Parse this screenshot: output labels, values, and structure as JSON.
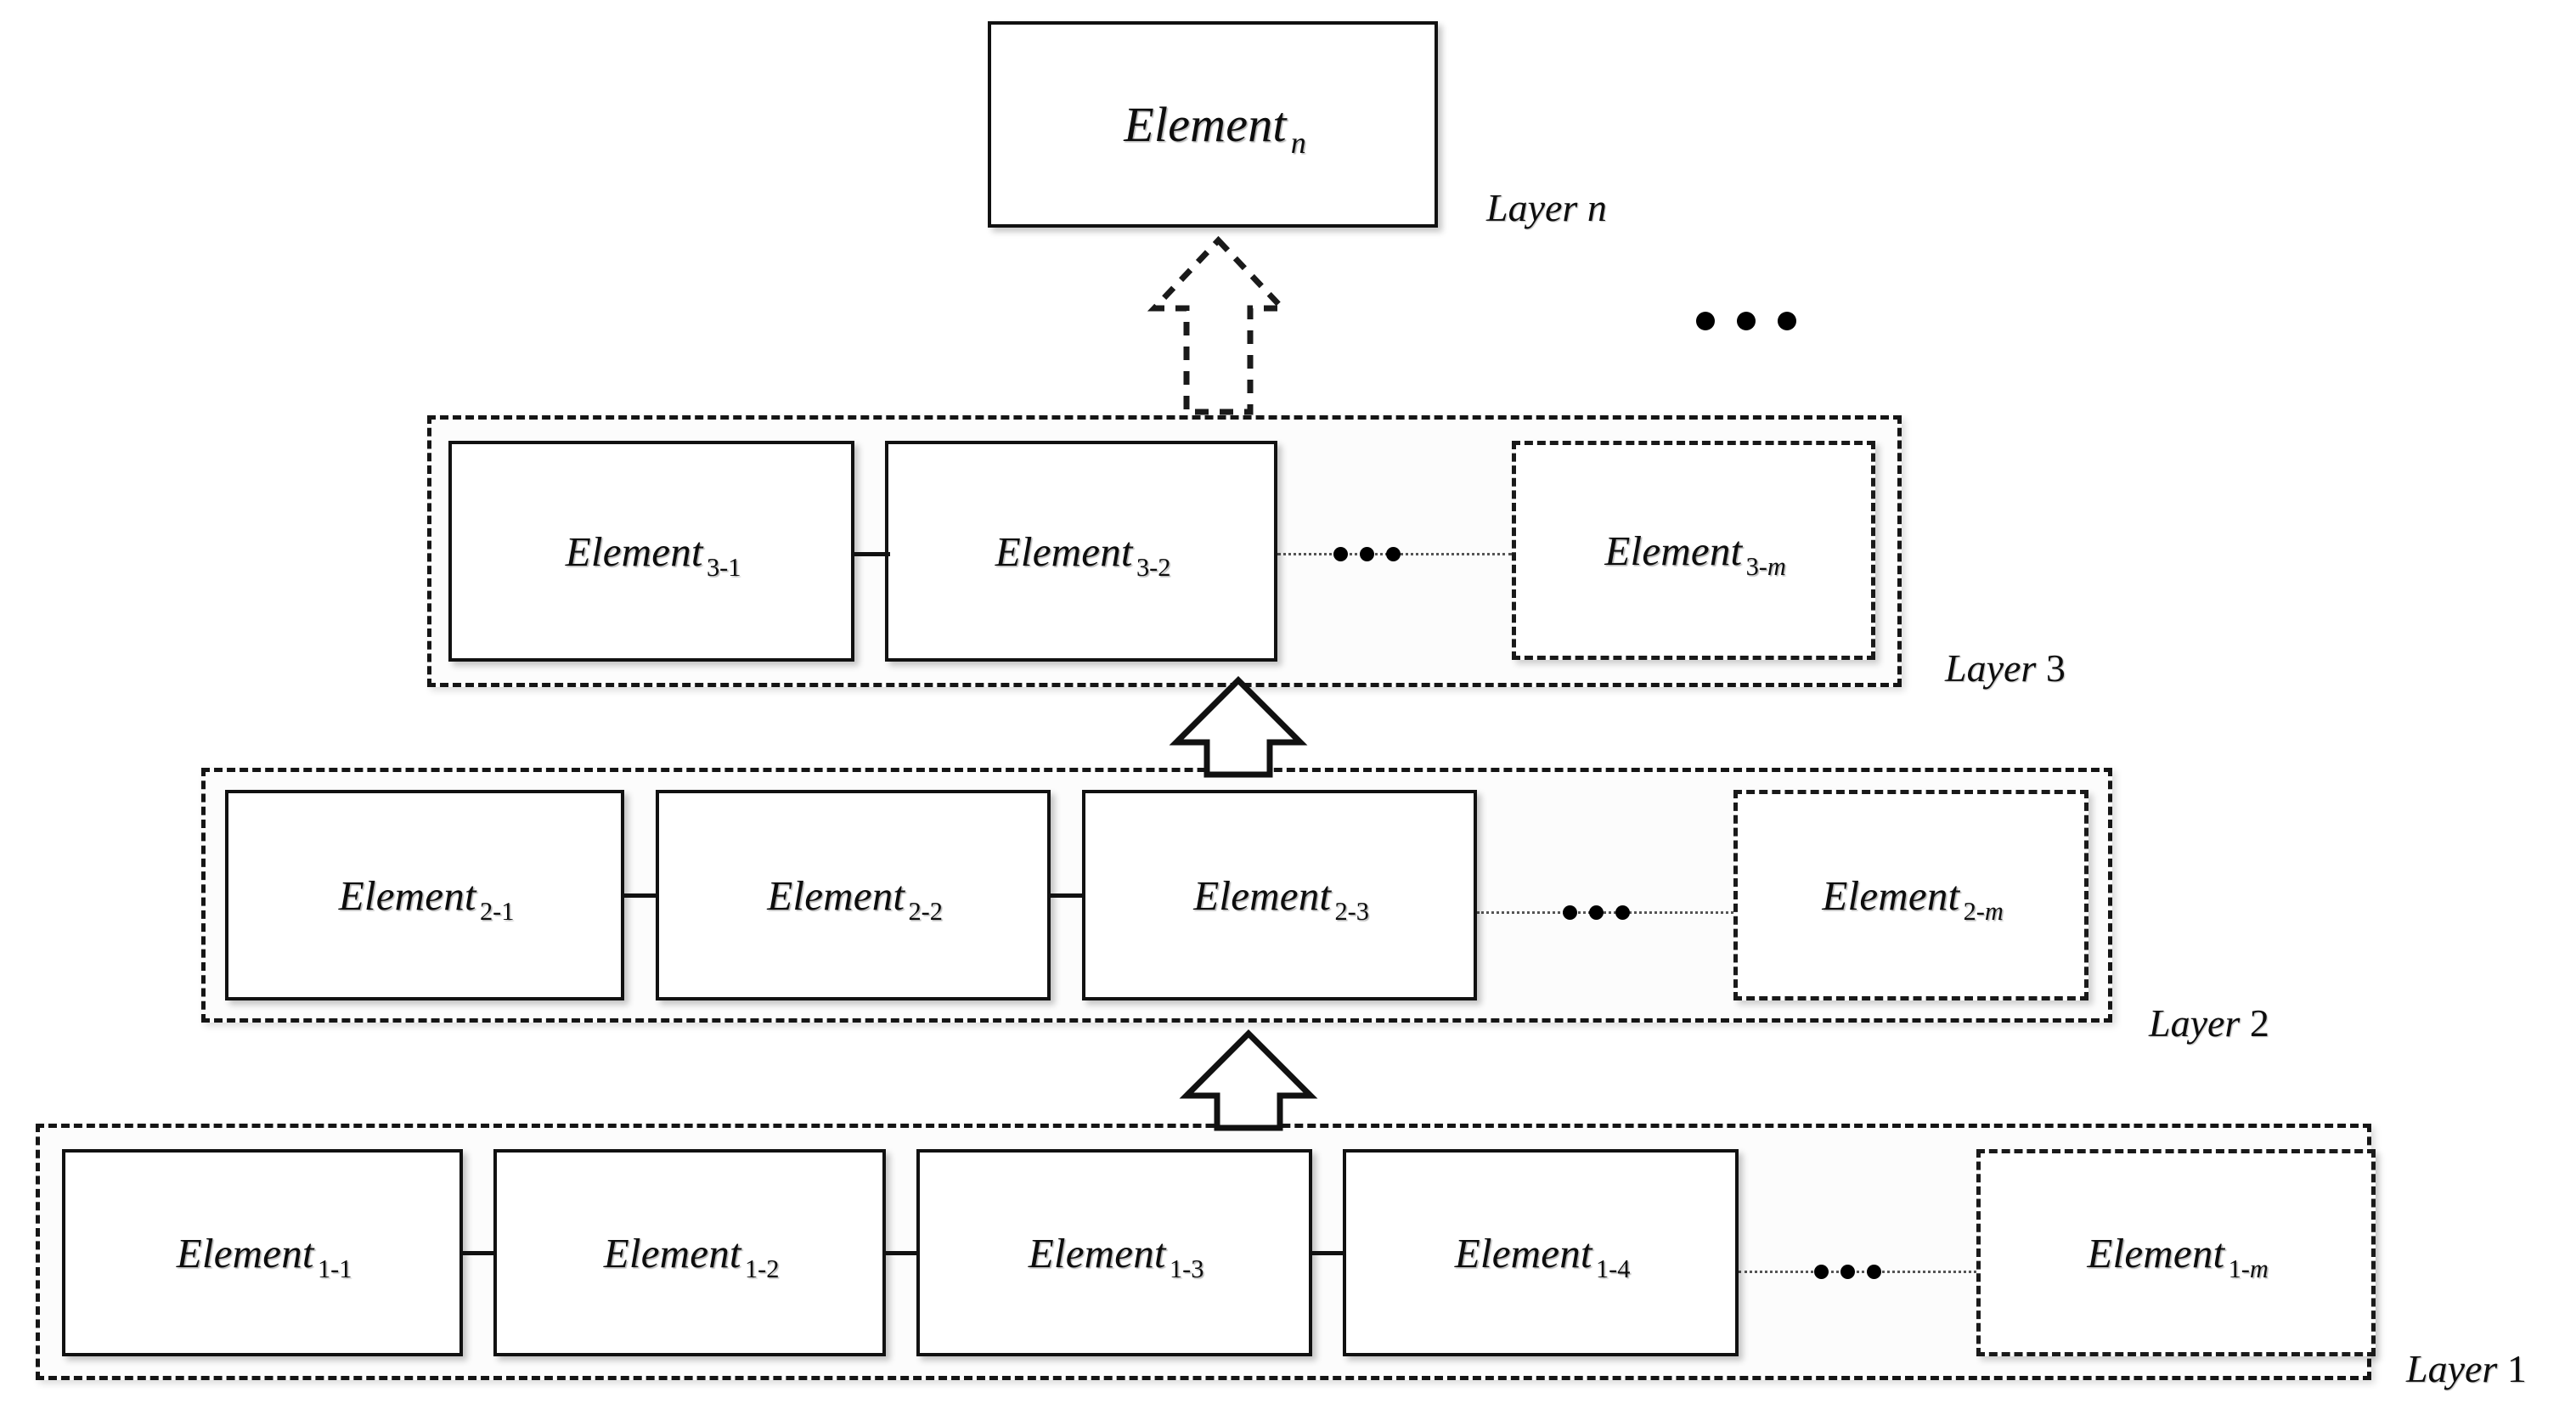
{
  "figure": {
    "type": "layered-hierarchy-diagram",
    "background": "#ffffff",
    "line_color": "#111111",
    "box_fill": "#ffffff",
    "group_fill": "#fcfcfc"
  },
  "layers": [
    {
      "id": "layer-n",
      "caption": "Layer",
      "caption_index": "n",
      "caption_index_italic": true,
      "group_box": false,
      "elements": [
        {
          "name": "Element",
          "sub": "n",
          "sub_italic": true,
          "style": "solid"
        }
      ]
    },
    {
      "id": "layer-3",
      "caption": "Layer",
      "caption_index": "3",
      "caption_index_italic": false,
      "group_box": true,
      "elements": [
        {
          "name": "Element",
          "sub": "3-1",
          "sub_italic": false,
          "style": "solid"
        },
        {
          "name": "Element",
          "sub": "3-2",
          "sub_italic": false,
          "style": "solid"
        },
        {
          "name": "Element",
          "sub": "3-m",
          "sub_italic": true,
          "style": "dashed"
        }
      ]
    },
    {
      "id": "layer-2",
      "caption": "Layer",
      "caption_index": "2",
      "caption_index_italic": false,
      "group_box": true,
      "elements": [
        {
          "name": "Element",
          "sub": "2-1",
          "sub_italic": false,
          "style": "solid"
        },
        {
          "name": "Element",
          "sub": "2-2",
          "sub_italic": false,
          "style": "solid"
        },
        {
          "name": "Element",
          "sub": "2-3",
          "sub_italic": false,
          "style": "solid"
        },
        {
          "name": "Element",
          "sub": "2-m",
          "sub_italic": true,
          "style": "dashed"
        }
      ]
    },
    {
      "id": "layer-1",
      "caption": "Layer",
      "caption_index": "1",
      "caption_index_italic": false,
      "group_box": true,
      "elements": [
        {
          "name": "Element",
          "sub": "1-1",
          "sub_italic": false,
          "style": "solid"
        },
        {
          "name": "Element",
          "sub": "1-2",
          "sub_italic": false,
          "style": "solid"
        },
        {
          "name": "Element",
          "sub": "1-3",
          "sub_italic": false,
          "style": "solid"
        },
        {
          "name": "Element",
          "sub": "1-4",
          "sub_italic": false,
          "style": "solid"
        },
        {
          "name": "Element",
          "sub": "1-m",
          "sub_italic": true,
          "style": "dashed"
        }
      ]
    }
  ],
  "arrows": [
    {
      "id": "arrow-layer3-to-layern",
      "style": "dashed",
      "direction": "up"
    },
    {
      "id": "arrow-layer2-to-layer3",
      "style": "solid",
      "direction": "up"
    },
    {
      "id": "arrow-layer1-to-layer2",
      "style": "solid",
      "direction": "up"
    }
  ],
  "ellipses": [
    {
      "id": "vertical-layer-ellipsis",
      "dots": 3,
      "orientation": "horizontal"
    },
    {
      "id": "layer3-row-ellipsis",
      "dots": 3,
      "orientation": "horizontal"
    },
    {
      "id": "layer2-row-ellipsis",
      "dots": 3,
      "orientation": "horizontal"
    },
    {
      "id": "layer1-row-ellipsis",
      "dots": 3,
      "orientation": "horizontal"
    }
  ],
  "text": {
    "element_word": "Element",
    "layer_word": "Layer",
    "sub_n": "n",
    "sub_3_1": "3-1",
    "sub_3_2": "3-2",
    "sub_3_m_pre": "3-",
    "sub_3_m_it": "m",
    "sub_2_1": "2-1",
    "sub_2_2": "2-2",
    "sub_2_3": "2-3",
    "sub_2_m_pre": "2-",
    "sub_2_m_it": "m",
    "sub_1_1": "1-1",
    "sub_1_2": "1-2",
    "sub_1_3": "1-3",
    "sub_1_4": "1-4",
    "sub_1_m_pre": "1-",
    "sub_1_m_it": "m",
    "layer_n_num": "n",
    "layer_3_num": "3",
    "layer_2_num": "2",
    "layer_1_num": "1"
  }
}
